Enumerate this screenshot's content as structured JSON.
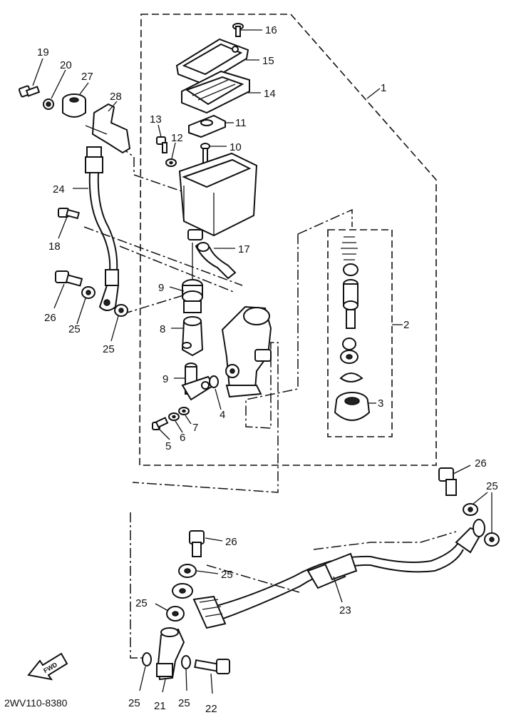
{
  "diagram": {
    "catalog_code": "2WV110-8380",
    "fwd_label": "FWD",
    "callouts": {
      "c1": "1",
      "c2": "2",
      "c3": "3",
      "c4": "4",
      "c5": "5",
      "c6": "6",
      "c7": "7",
      "c8": "8",
      "c9a": "9",
      "c9b": "9",
      "c10": "10",
      "c11": "11",
      "c12": "12",
      "c13": "13",
      "c14": "14",
      "c15": "15",
      "c16": "16",
      "c17": "17",
      "c18": "18",
      "c19": "19",
      "c20": "20",
      "c21": "21",
      "c22": "22",
      "c23": "23",
      "c24": "24",
      "c25a": "25",
      "c25b": "25",
      "c25c": "25",
      "c25d": "25",
      "c25e": "25",
      "c25f": "25",
      "c25g": "25",
      "c26a": "26",
      "c26b": "26",
      "c26c": "26",
      "c27": "27",
      "c28": "28"
    }
  }
}
